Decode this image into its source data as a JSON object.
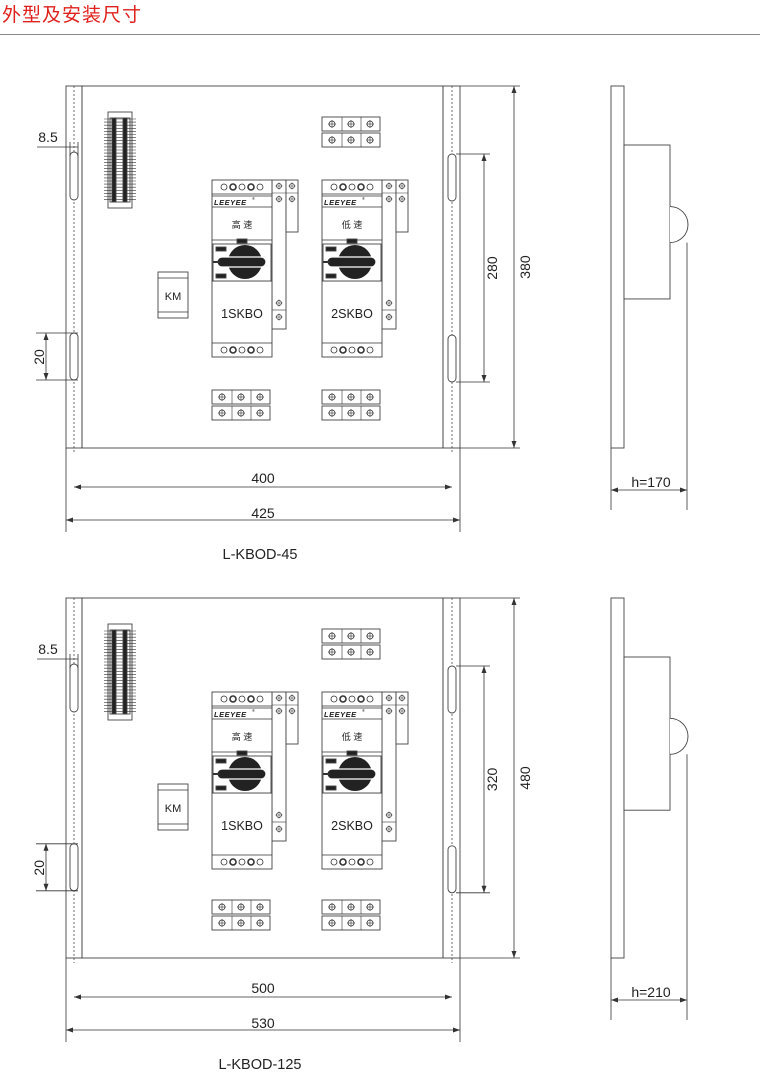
{
  "header": {
    "title": "外型及安装尺寸",
    "title_color": "#e0201c"
  },
  "diagrams": [
    {
      "model": "L-KBOD-45",
      "height_dim": "380",
      "slot_spacing_dim": "280",
      "inner_width_dim": "400",
      "outer_width_dim": "425",
      "slot_width_dim": "8.5",
      "slot_length_dim": "20",
      "depth_dim": "h=170",
      "km_label": "KM",
      "brand": "LEEYEE",
      "units": [
        {
          "name": "1SKBO",
          "speed": "高 速"
        },
        {
          "name": "2SKBO",
          "speed": "低 速"
        }
      ]
    },
    {
      "model": "L-KBOD-125",
      "height_dim": "480",
      "slot_spacing_dim": "320",
      "inner_width_dim": "500",
      "outer_width_dim": "530",
      "slot_width_dim": "8.5",
      "slot_length_dim": "20",
      "depth_dim": "h=210",
      "km_label": "KM",
      "brand": "LEEYEE",
      "units": [
        {
          "name": "1SKBO",
          "speed": "高 速"
        },
        {
          "name": "2SKBO",
          "speed": "低 速"
        }
      ]
    }
  ]
}
